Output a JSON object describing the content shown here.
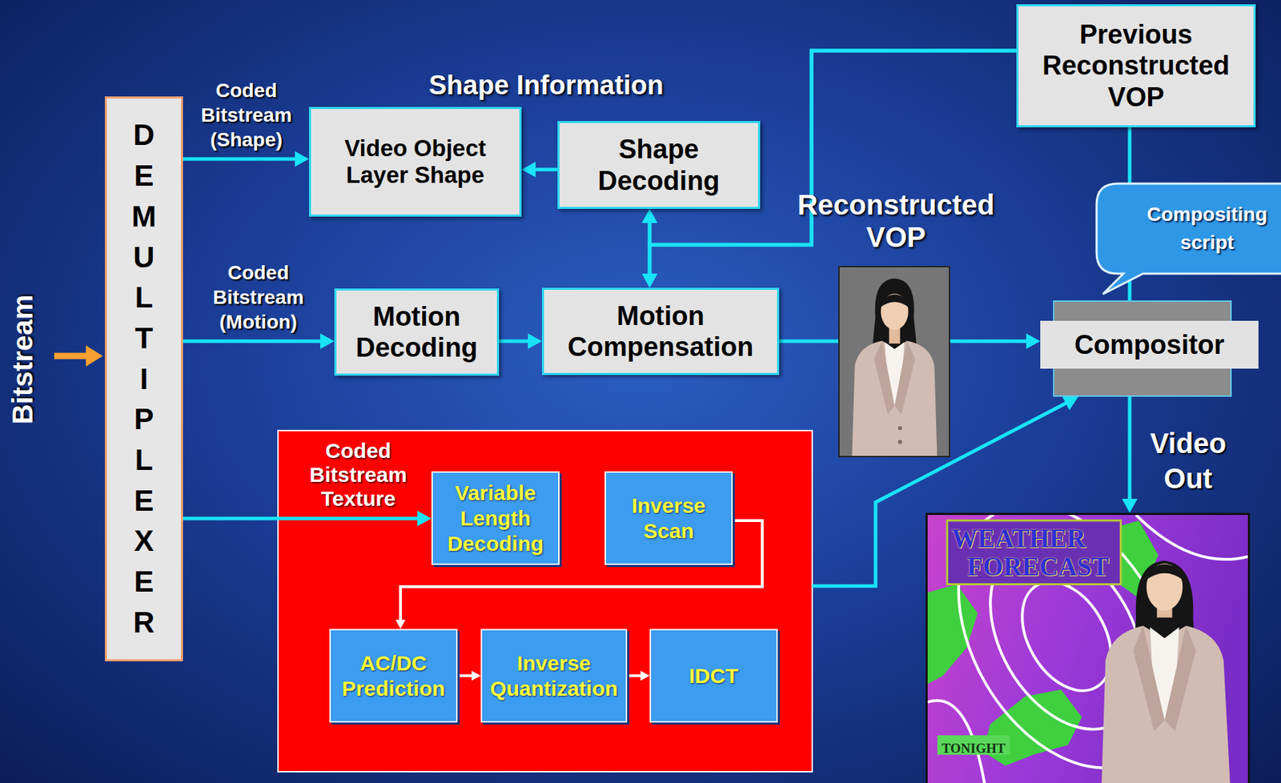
{
  "diagram": {
    "nodes": [
      {
        "text": [
          "DEMULTIPLEXER"
        ]
      },
      {
        "text": [
          "Video Object Layer Shape"
        ]
      },
      {
        "text": [
          "Shape Decoding"
        ]
      },
      {
        "text": [
          "Previous Reconstructed VOP"
        ]
      },
      {
        "text": [
          "Motion Decoding"
        ]
      },
      {
        "text": [
          "Motion Compensation"
        ]
      },
      {
        "text": [
          "Reconstructed VOP"
        ]
      },
      {
        "text": [
          "Compositing script"
        ]
      },
      {
        "text": [
          "Compositor"
        ]
      },
      {
        "text": [
          "Coded Bitstream Texture"
        ]
      },
      {
        "text": [
          "Variable Length Decoding"
        ],
        "in": 9
      },
      {
        "text": [
          "Inverse Scan"
        ],
        "in": 9
      },
      {
        "text": [
          "AC/DC Prediction"
        ],
        "in": 9
      },
      {
        "text": [
          "Inverse Quantization"
        ],
        "in": 9
      },
      {
        "text": [
          "IDCT"
        ],
        "in": 9
      },
      {
        "text": [
          "WEATHER FORECAST",
          "TONIGHT"
        ]
      }
    ],
    "edges": [
      {
        "from": 0,
        "to": 1,
        "arrow": "to",
        "label": "Coded Bitstream (Shape)"
      },
      {
        "from": 2,
        "to": 1,
        "arrow": "to"
      },
      {
        "from": 3,
        "to": 2,
        "arrow": "to"
      },
      {
        "from": 3,
        "to": 5,
        "arrow": "to"
      },
      {
        "from": 2,
        "to": 5,
        "arrow": "both"
      },
      {
        "from": 0,
        "to": 4,
        "arrow": "to",
        "label": "Coded Bitstream (Motion)"
      },
      {
        "from": 4,
        "to": 5,
        "arrow": "to"
      },
      {
        "from": 5,
        "to": 6,
        "arrow": "none"
      },
      {
        "from": 6,
        "to": 8,
        "arrow": "to"
      },
      {
        "from": 3,
        "to": 8,
        "arrow": "none"
      },
      {
        "from": 0,
        "to": 10,
        "arrow": "to"
      },
      {
        "from": 11,
        "to": 12,
        "arrow": "to"
      },
      {
        "from": 12,
        "to": 13,
        "arrow": "to"
      },
      {
        "from": 13,
        "to": 14,
        "arrow": "to"
      },
      {
        "from": 9,
        "to": 8,
        "arrow": "to"
      },
      {
        "from": 8,
        "to": 15,
        "arrow": "to",
        "label": "Video Out"
      }
    ],
    "labels": [
      "Bitstream",
      "Shape Information"
    ]
  }
}
